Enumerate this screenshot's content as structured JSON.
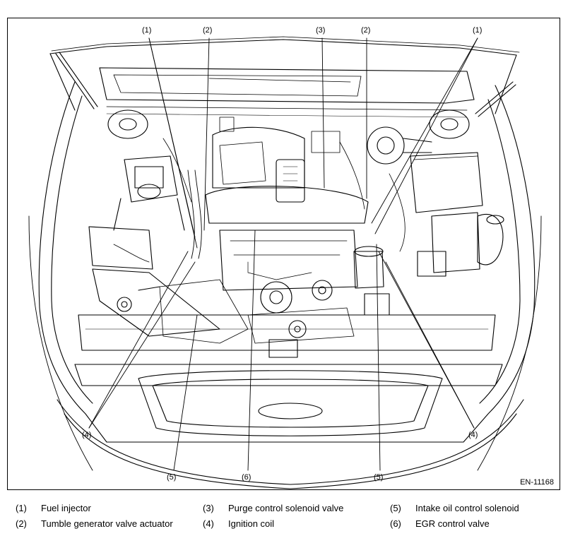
{
  "figure_id": "EN-11168",
  "callouts": {
    "c1_left": "(1)",
    "c2_left": "(2)",
    "c3": "(3)",
    "c2_right": "(2)",
    "c1_right": "(1)",
    "c4_left": "(4)",
    "c5_left": "(5)",
    "c6": "(6)",
    "c5_right": "(5)",
    "c4_right": "(4)"
  },
  "legend": [
    {
      "num": "(1)",
      "label": "Fuel injector"
    },
    {
      "num": "(2)",
      "label": "Tumble generator valve actuator"
    },
    {
      "num": "(3)",
      "label": "Purge control solenoid valve"
    },
    {
      "num": "(4)",
      "label": "Ignition coil"
    },
    {
      "num": "(5)",
      "label": "Intake oil control solenoid"
    },
    {
      "num": "(6)",
      "label": "EGR control valve"
    }
  ]
}
